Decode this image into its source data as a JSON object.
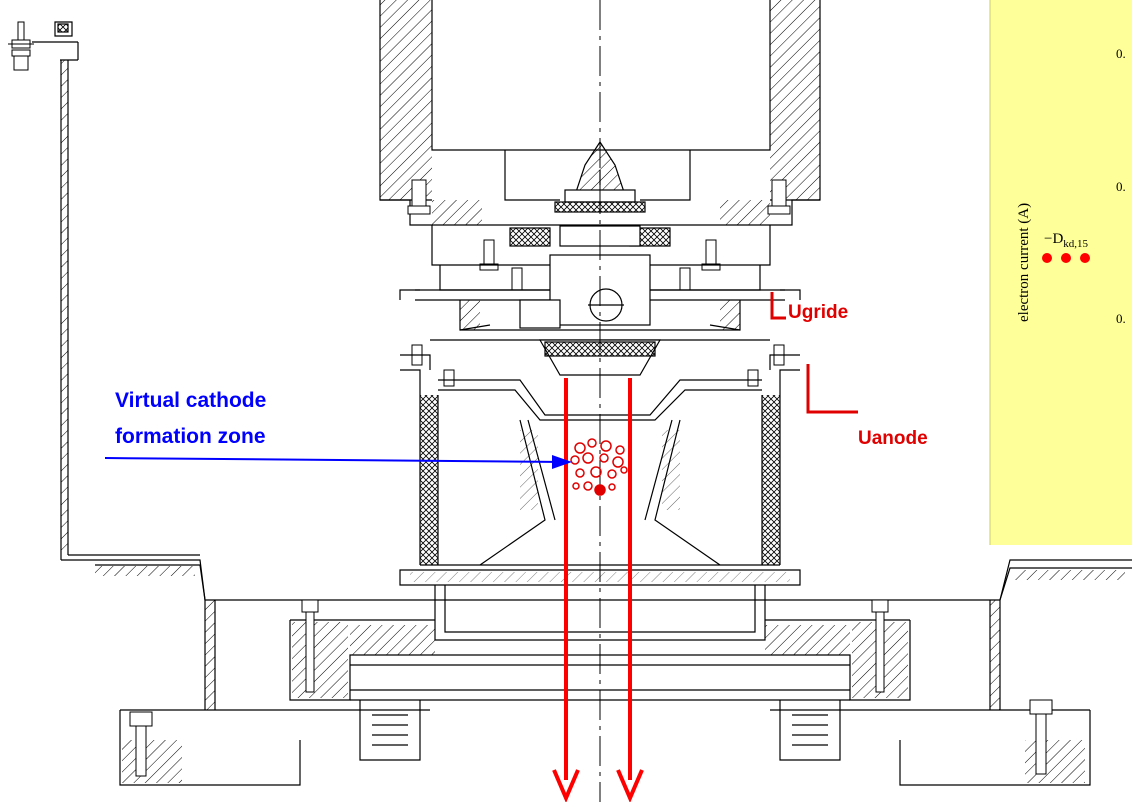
{
  "labels": {
    "virtual_cathode_line1": "Virtual cathode",
    "virtual_cathode_line2": "formation zone",
    "ugrid": "Ugride",
    "uanode": "Uanode"
  },
  "inset_chart": {
    "ylabel": "electron current (A)",
    "legend_prefix": "−D",
    "legend_subscript": "kd,15",
    "ticks": [
      "0.",
      "0.",
      "0."
    ]
  },
  "colors": {
    "beam": "#ff0000",
    "annotation_blue": "#0000ff",
    "label_red": "#e00000",
    "inset_bg": "#ffff99",
    "drawing": "#000000"
  },
  "icons": {
    "beam_arrow": "arrow-down-icon",
    "electron_cloud": "electron-cloud-icon",
    "legend_marker": "red-dot-icon"
  }
}
